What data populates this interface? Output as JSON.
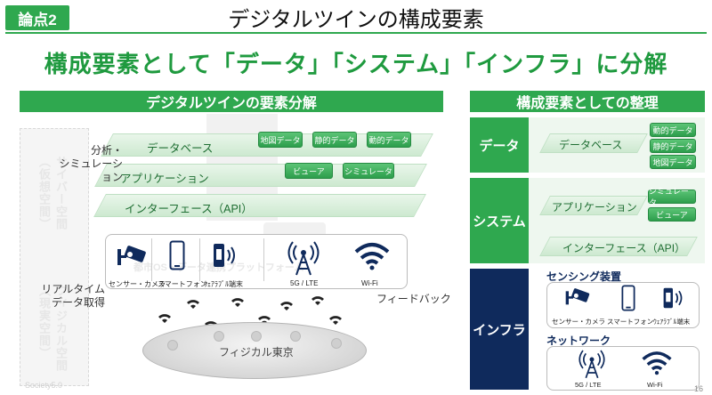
{
  "header": {
    "tag": "論点2",
    "title": "デジタルツインの構成要素",
    "headline": "構成要素として「データ」「システム」「インフラ」に分解"
  },
  "left": {
    "section_title": "デジタルツインの要素分解",
    "ghost_cyber": "サイバー空間（仮想空間）",
    "ghost_physical": "フィジカル空間（現実空間）",
    "ghost_platform": "都市OS・データ連携プラットフォーム",
    "side_analysis": "分析・\nシミュレーション",
    "side_realtime": "リアルタイム\nデータ取得",
    "layers": [
      {
        "label": "データベース",
        "chips": [
          "地図データ",
          "静的データ",
          "動的データ"
        ]
      },
      {
        "label": "アプリケーション",
        "chips": [
          "ビューア",
          "シミュレータ"
        ]
      },
      {
        "label": "インターフェース（API）",
        "chips": []
      }
    ],
    "devices": [
      {
        "caption": "センサー・カメラ",
        "icon": "camera-icon"
      },
      {
        "caption": "スマートフォン",
        "icon": "smartphone-icon"
      },
      {
        "caption": "ｳｪｱﾗﾌﾞﾙ端末",
        "icon": "wearable-icon"
      }
    ],
    "networks": [
      {
        "caption": "5G / LTE",
        "icon": "antenna-icon"
      },
      {
        "caption": "Wi-Fi",
        "icon": "wifi-icon"
      }
    ],
    "feedback": "フィードバック",
    "platform_label": "フィジカル東京",
    "watermark": "Society5.0"
  },
  "right": {
    "section_title": "構成要素としての整理",
    "data": {
      "category": "データ",
      "label": "データベース",
      "chips": [
        "動的データ",
        "静的データ",
        "地図データ"
      ]
    },
    "system": {
      "category": "システム",
      "app_label": "アプリケーション",
      "chips": [
        "シミュレータ",
        "ビューア"
      ],
      "api_label": "インターフェース（API）"
    },
    "infra": {
      "category": "インフラ",
      "sensing_title": "センシング装置",
      "sensing": [
        "センサー・カメラ",
        "スマートフォン",
        "ｳｪｱﾗﾌﾞﾙ端末"
      ],
      "network_title": "ネットワーク",
      "network": [
        "5G / LTE",
        "Wi-Fi"
      ]
    }
  },
  "page_number": "16",
  "colors": {
    "brand_green": "#2fa84f",
    "navy": "#0f2a5c",
    "headline_green": "#1f9a3f"
  }
}
